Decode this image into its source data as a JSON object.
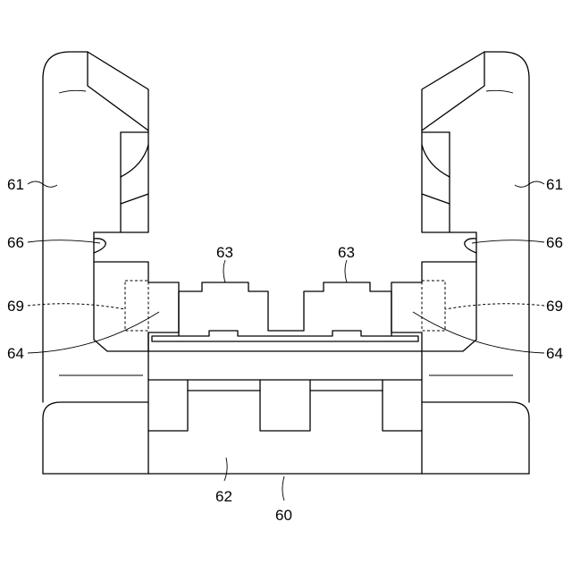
{
  "labels": {
    "part_60": "60",
    "part_61_left": "61",
    "part_61_right": "61",
    "part_62": "62",
    "part_63_left": "63",
    "part_63_right": "63",
    "part_64_left": "64",
    "part_64_right": "64",
    "part_66_left": "66",
    "part_66_right": "66",
    "part_69_left": "69",
    "part_69_right": "69"
  }
}
